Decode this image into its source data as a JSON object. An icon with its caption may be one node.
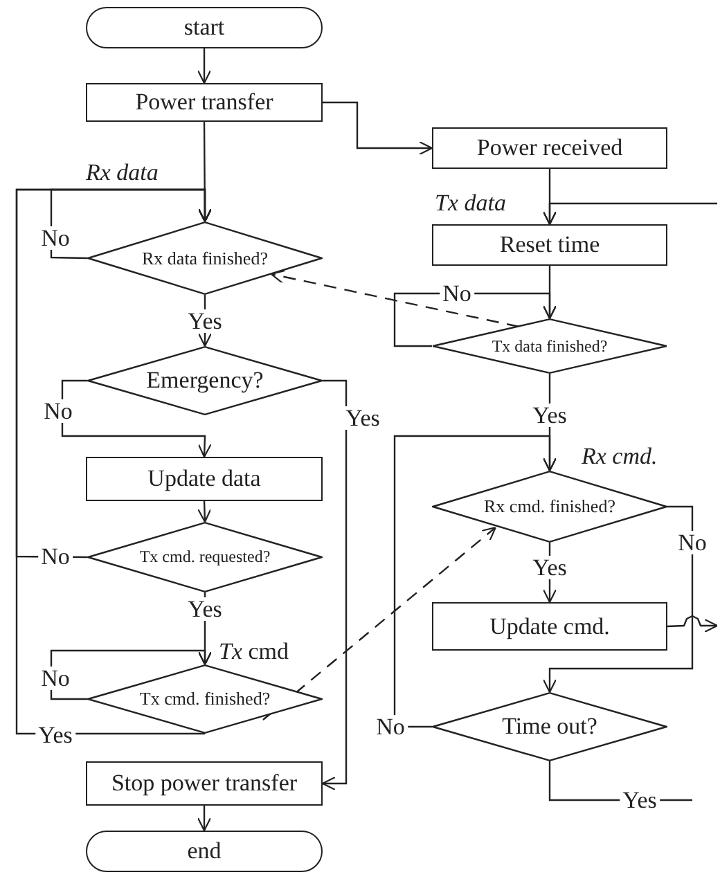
{
  "diagram": {
    "nodes": [
      {
        "text": [
          "start"
        ]
      },
      {
        "text": [
          "Power transfer"
        ]
      },
      {
        "text": [
          "Power received"
        ]
      },
      {
        "text": [
          "Rx data finished?"
        ]
      },
      {
        "text": [
          "Reset time"
        ]
      },
      {
        "text": [
          "Tx data finished?"
        ]
      },
      {
        "text": [
          "Emergency?"
        ]
      },
      {
        "text": [
          "Update data"
        ]
      },
      {
        "text": [
          "Tx cmd. requested?"
        ]
      },
      {
        "text": [
          "Rx cmd. finished?"
        ]
      },
      {
        "text": [
          "Tx cmd. finished?"
        ]
      },
      {
        "text": [
          "Update cmd."
        ]
      },
      {
        "text": [
          "Time out?"
        ]
      },
      {
        "text": [
          "Stop power transfer"
        ]
      },
      {
        "text": [
          "end"
        ]
      }
    ],
    "edges": [
      {
        "from": 0,
        "to": 1,
        "arrow": "to"
      },
      {
        "from": 1,
        "to": 3,
        "arrow": "to"
      },
      {
        "from": 1,
        "to": 2,
        "arrow": "to"
      },
      {
        "from": 2,
        "to": 4,
        "arrow": "to"
      },
      {
        "from": 3,
        "to": 3,
        "arrow": "to",
        "label": "No"
      },
      {
        "from": 3,
        "to": 6,
        "arrow": "to",
        "label": "Yes"
      },
      {
        "from": 4,
        "to": 5,
        "arrow": "to"
      },
      {
        "from": 5,
        "to": 5,
        "arrow": "to",
        "label": "No"
      },
      {
        "from": 5,
        "to": 3,
        "arrow": "to",
        "style": "dashed"
      },
      {
        "from": 6,
        "to": 7,
        "arrow": "to",
        "label": "No"
      },
      {
        "from": 6,
        "to": 13,
        "arrow": "to",
        "label": "Yes"
      },
      {
        "from": 7,
        "to": 8,
        "arrow": "to"
      },
      {
        "from": 8,
        "to": 3,
        "arrow": "to",
        "label": "No"
      },
      {
        "from": 8,
        "to": 10,
        "arrow": "to",
        "label": "Yes"
      },
      {
        "from": 10,
        "to": 10,
        "arrow": "to",
        "label": "No"
      },
      {
        "from": 10,
        "to": 3,
        "arrow": "to",
        "label": "Yes"
      },
      {
        "from": 10,
        "to": 9,
        "arrow": "to",
        "style": "dashed"
      },
      {
        "from": 9,
        "to": 11,
        "arrow": "to",
        "label": "Yes"
      },
      {
        "from": 9,
        "to": 12,
        "arrow": "to",
        "label": "No"
      },
      {
        "from": 11,
        "to": null,
        "arrow": "to"
      },
      {
        "from": null,
        "to": 4,
        "arrow": "to"
      },
      {
        "from": 12,
        "to": null,
        "arrow": "none",
        "label": "Yes"
      },
      {
        "from": 12,
        "to": 9,
        "arrow": "to",
        "label": "No"
      },
      {
        "from": 5,
        "to": 9,
        "arrow": "to",
        "label": "Yes"
      },
      {
        "from": 13,
        "to": 14,
        "arrow": "to"
      }
    ],
    "labels": [
      "Rx data",
      "Tx data",
      "Rx cmd.",
      "*Tx* cmd"
    ]
  }
}
